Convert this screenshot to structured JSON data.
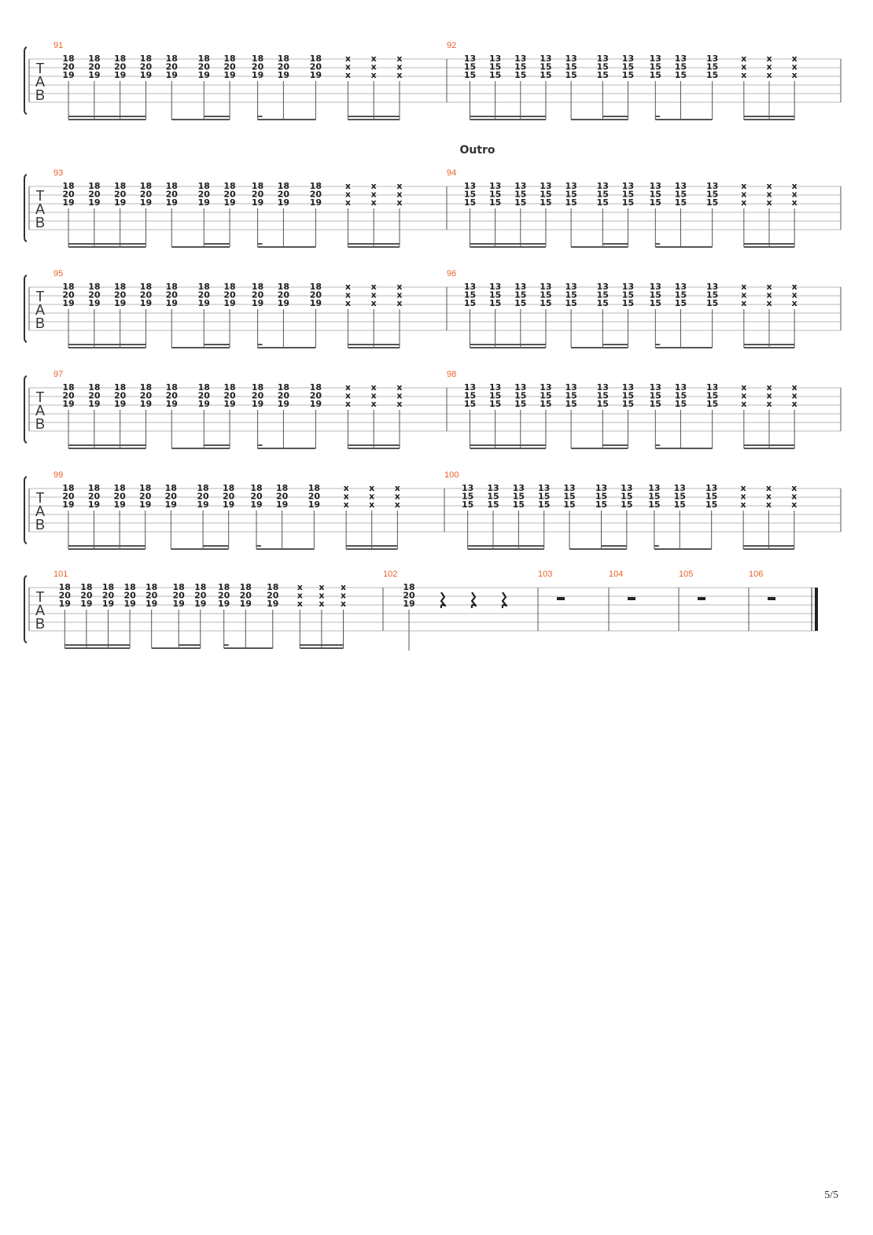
{
  "section_label": "Outro",
  "page_number": "5/5",
  "tab_letters": [
    "T",
    "A",
    "B"
  ],
  "systems": [
    {
      "measures": [
        {
          "number": "91",
          "chord": [
            "18",
            "20",
            "19"
          ],
          "type": "pattern"
        },
        {
          "number": "92",
          "chord": [
            "13",
            "15",
            "15"
          ],
          "type": "pattern"
        }
      ]
    },
    {
      "measures": [
        {
          "number": "93",
          "chord": [
            "18",
            "20",
            "19"
          ],
          "type": "pattern"
        },
        {
          "number": "94",
          "chord": [
            "13",
            "15",
            "15"
          ],
          "type": "pattern"
        }
      ]
    },
    {
      "measures": [
        {
          "number": "95",
          "chord": [
            "18",
            "20",
            "19"
          ],
          "type": "pattern"
        },
        {
          "number": "96",
          "chord": [
            "13",
            "15",
            "15"
          ],
          "type": "pattern"
        }
      ]
    },
    {
      "measures": [
        {
          "number": "97",
          "chord": [
            "18",
            "20",
            "19"
          ],
          "type": "pattern"
        },
        {
          "number": "98",
          "chord": [
            "13",
            "15",
            "15"
          ],
          "type": "pattern"
        }
      ]
    },
    {
      "measures": [
        {
          "number": "99",
          "chord": [
            "18",
            "20",
            "19"
          ],
          "type": "pattern"
        },
        {
          "number": "100",
          "chord": [
            "13",
            "15",
            "15"
          ],
          "type": "pattern"
        }
      ]
    },
    {
      "measures": [
        {
          "number": "101",
          "chord": [
            "18",
            "20",
            "19"
          ],
          "type": "pattern"
        },
        {
          "number": "102",
          "chord": [
            "18",
            "20",
            "19"
          ],
          "type": "single"
        },
        {
          "number": "103",
          "type": "rest"
        },
        {
          "number": "104",
          "type": "rest"
        },
        {
          "number": "105",
          "type": "rest"
        },
        {
          "number": "106",
          "type": "rest"
        }
      ]
    }
  ],
  "muted_symbol": "x",
  "colors": {
    "measure_number": "#e8632a",
    "staff_line": "#b8b8b8",
    "ink": "#222222"
  }
}
